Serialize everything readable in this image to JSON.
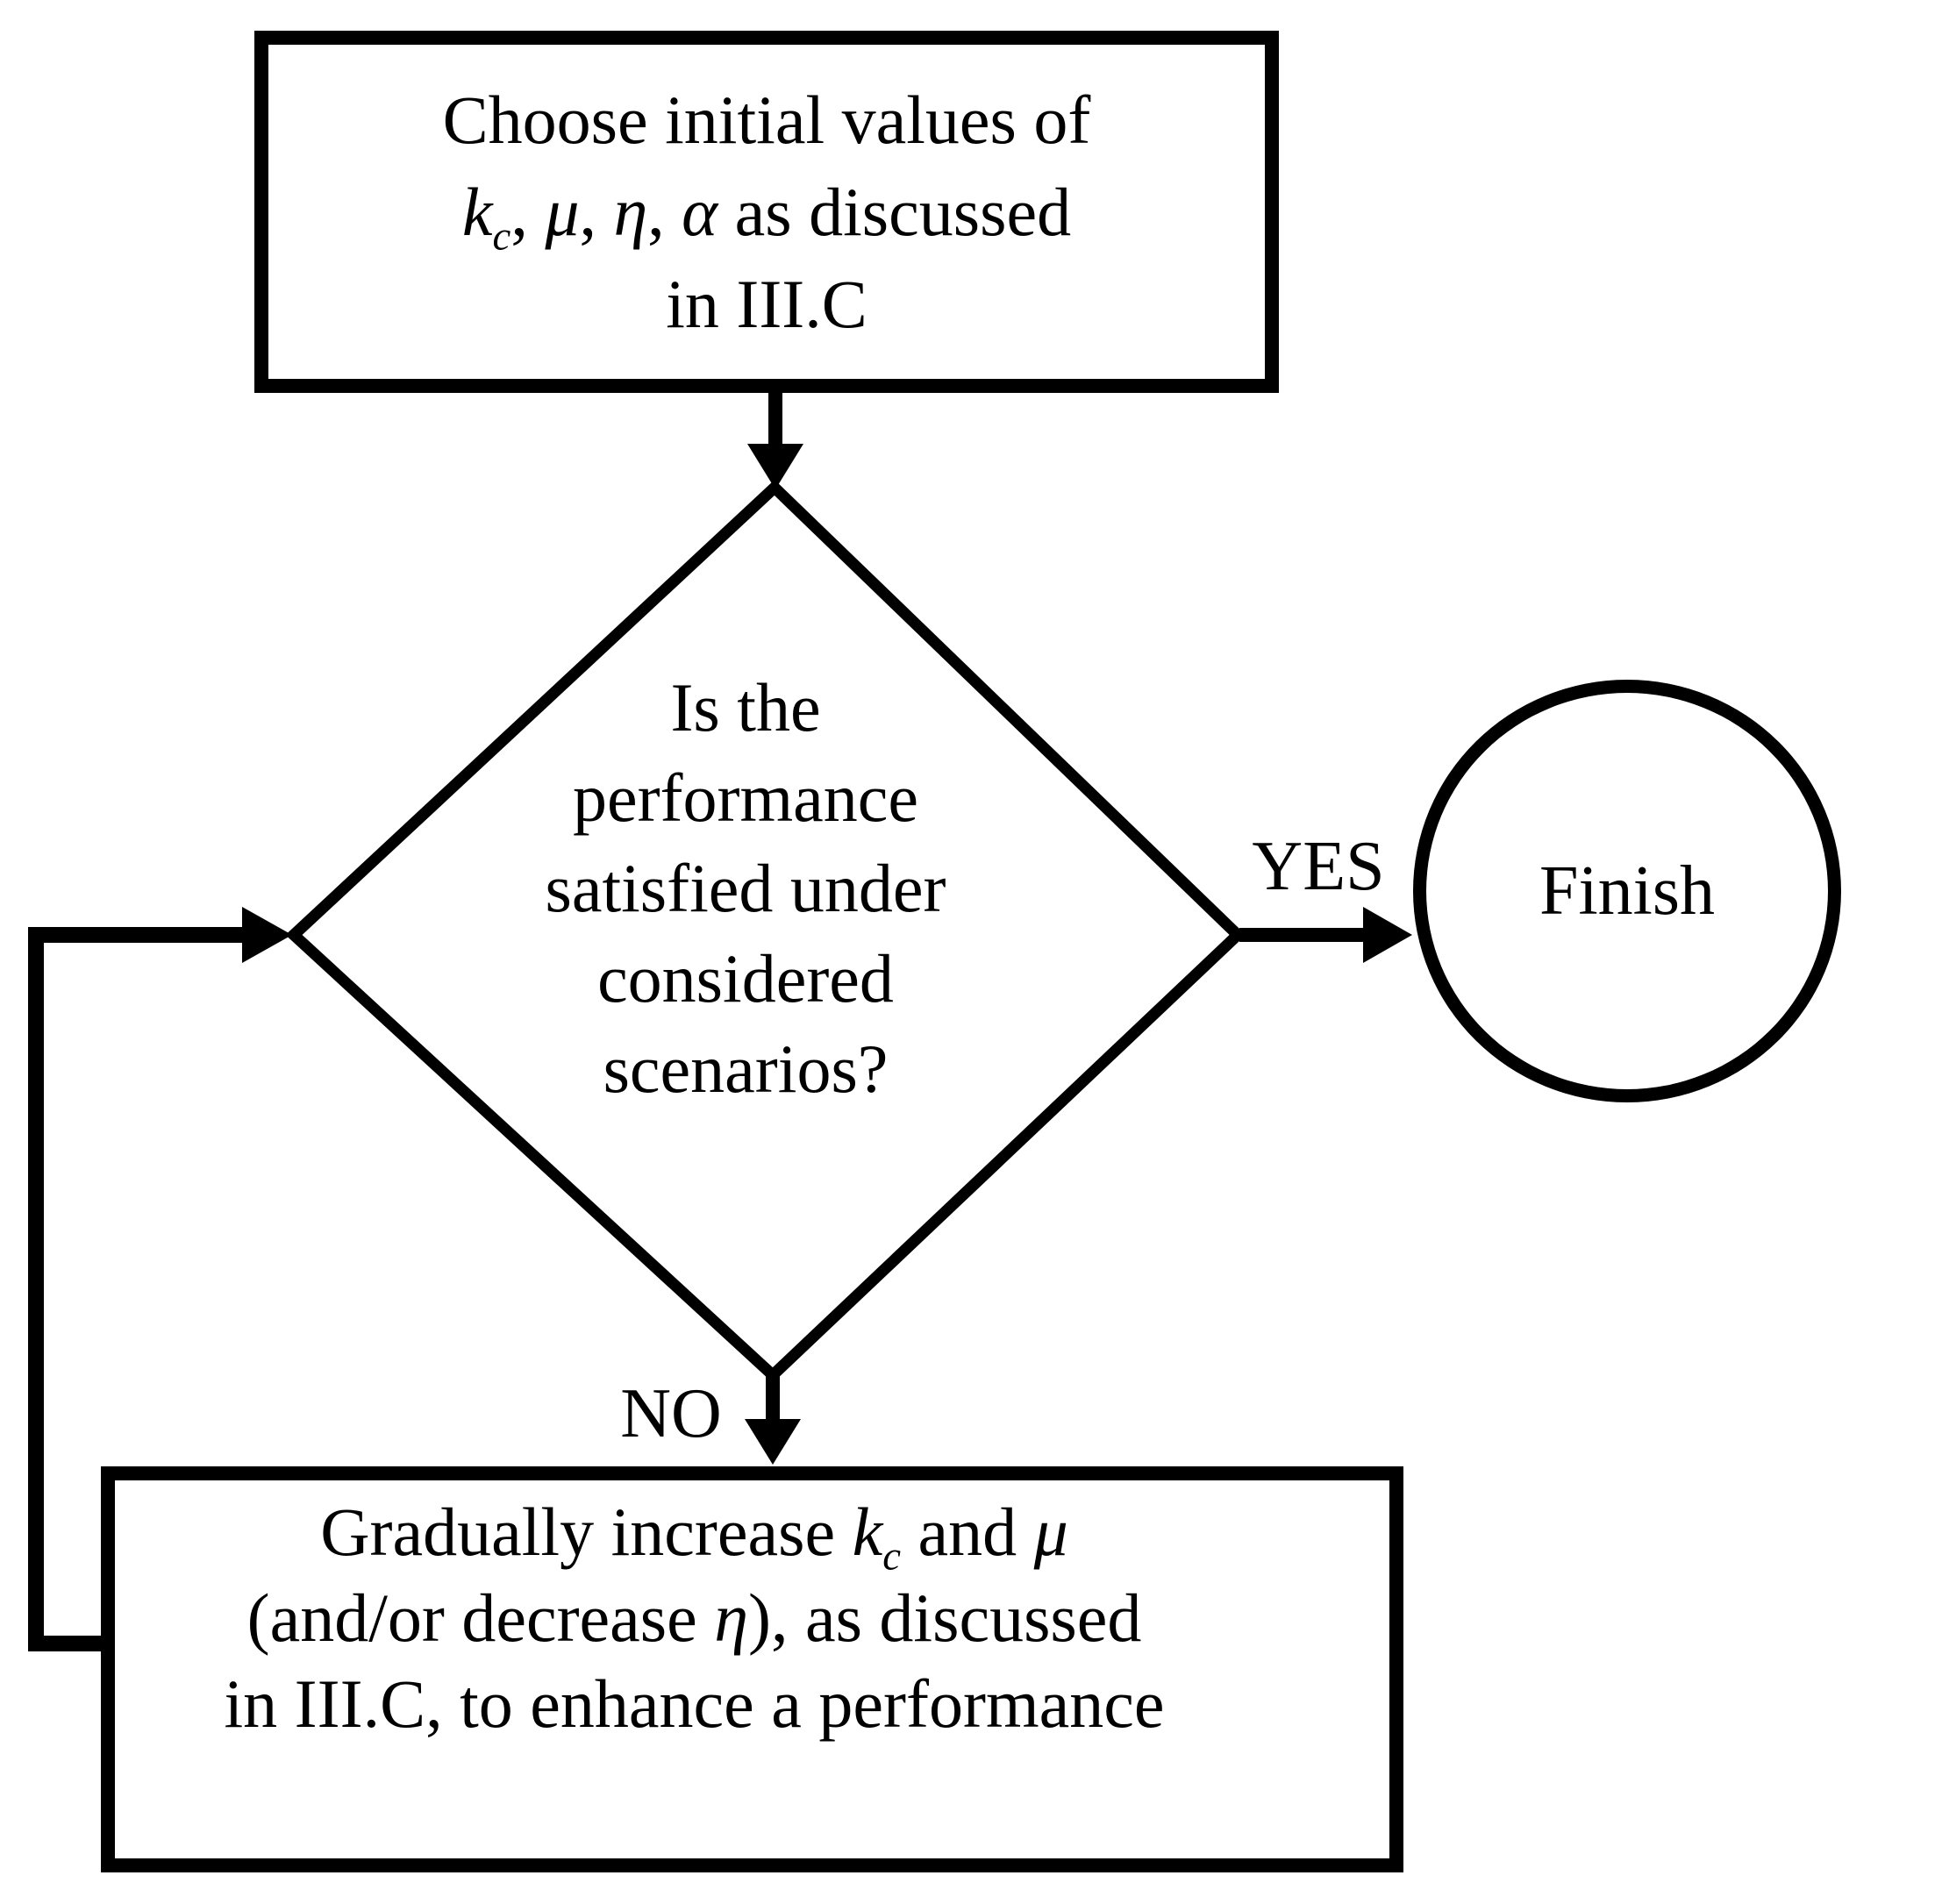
{
  "flowchart": {
    "start_box": {
      "line1": "Choose initial values of",
      "line2_parts": [
        "k",
        "c",
        ", ",
        "μ",
        ", ",
        "η",
        ", ",
        "α",
        " as discussed"
      ],
      "line3": "in III.C"
    },
    "decision": {
      "lines": [
        "Is the",
        "performance",
        "satisfied under",
        "considered",
        "scenarios?"
      ]
    },
    "yes_label": "YES",
    "no_label": "NO",
    "finish_label": "Finish",
    "action_box": {
      "line1_parts": [
        "Gradually increase ",
        "k",
        "c",
        " and ",
        "μ"
      ],
      "line2_parts": [
        "(and/or decrease ",
        "η",
        "), as discussed"
      ],
      "line3": "in III.C, to enhance a performance"
    },
    "colors": {
      "line": "#000000",
      "background": "#ffffff"
    }
  }
}
